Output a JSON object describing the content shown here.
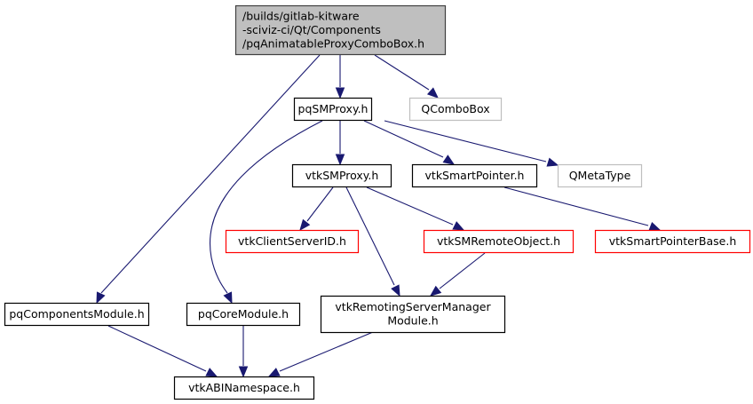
{
  "diagram": {
    "type": "include-dependency-graph",
    "colors": {
      "edge": "#191970",
      "root_fill": "#bfbfbf",
      "root_border": "#404040",
      "documented_border": "#000000",
      "external_border": "#bfbfbf",
      "truncated_border": "#ff0000",
      "node_fill": "#ffffff"
    },
    "nodes": [
      {
        "id": "root",
        "lines": [
          "/builds/gitlab-kitware",
          "-sciviz-ci/Qt/Components",
          "/pqAnimatableProxyComboBox.h"
        ],
        "style": "root",
        "align": "left"
      },
      {
        "id": "pqSMProxy",
        "lines": [
          "pqSMProxy.h"
        ],
        "style": "documented"
      },
      {
        "id": "QComboBox",
        "lines": [
          "QComboBox"
        ],
        "style": "external"
      },
      {
        "id": "vtkSMProxy",
        "lines": [
          "vtkSMProxy.h"
        ],
        "style": "documented"
      },
      {
        "id": "vtkSmartPointer",
        "lines": [
          "vtkSmartPointer.h"
        ],
        "style": "documented"
      },
      {
        "id": "QMetaType",
        "lines": [
          "QMetaType"
        ],
        "style": "external"
      },
      {
        "id": "vtkClientServerID",
        "lines": [
          "vtkClientServerID.h"
        ],
        "style": "truncated"
      },
      {
        "id": "vtkSMRemoteObject",
        "lines": [
          "vtkSMRemoteObject.h"
        ],
        "style": "truncated"
      },
      {
        "id": "vtkSmartPointerBase",
        "lines": [
          "vtkSmartPointerBase.h"
        ],
        "style": "truncated"
      },
      {
        "id": "pqComponentsModule",
        "lines": [
          "pqComponentsModule.h"
        ],
        "style": "documented"
      },
      {
        "id": "pqCoreModule",
        "lines": [
          "pqCoreModule.h"
        ],
        "style": "documented"
      },
      {
        "id": "vtkRemotingServerManagerModule",
        "lines": [
          "vtkRemotingServerManager",
          "Module.h"
        ],
        "style": "documented"
      },
      {
        "id": "vtkABINamespace",
        "lines": [
          "vtkABINamespace.h"
        ],
        "style": "documented"
      }
    ],
    "edges": [
      {
        "from": "root",
        "to": "pqComponentsModule"
      },
      {
        "from": "root",
        "to": "pqSMProxy"
      },
      {
        "from": "root",
        "to": "QComboBox"
      },
      {
        "from": "pqSMProxy",
        "to": "vtkSMProxy"
      },
      {
        "from": "pqSMProxy",
        "to": "vtkSmartPointer"
      },
      {
        "from": "pqSMProxy",
        "to": "QMetaType"
      },
      {
        "from": "pqSMProxy",
        "to": "pqCoreModule"
      },
      {
        "from": "vtkSMProxy",
        "to": "vtkClientServerID"
      },
      {
        "from": "vtkSMProxy",
        "to": "vtkSMRemoteObject"
      },
      {
        "from": "vtkSMProxy",
        "to": "vtkRemotingServerManagerModule"
      },
      {
        "from": "vtkSmartPointer",
        "to": "vtkSmartPointerBase"
      },
      {
        "from": "vtkSMRemoteObject",
        "to": "vtkRemotingServerManagerModule"
      },
      {
        "from": "pqComponentsModule",
        "to": "vtkABINamespace"
      },
      {
        "from": "pqCoreModule",
        "to": "vtkABINamespace"
      },
      {
        "from": "vtkRemotingServerManagerModule",
        "to": "vtkABINamespace"
      }
    ]
  }
}
